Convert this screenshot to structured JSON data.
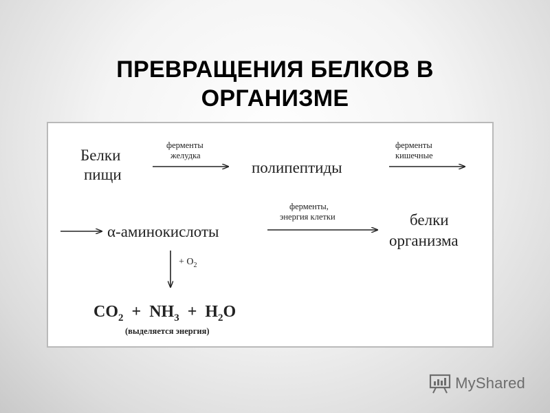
{
  "title": {
    "line1": "ПРЕВРАЩЕНИЯ БЕЛКОВ В",
    "line2": "ОРГАНИЗМЕ"
  },
  "diagram": {
    "food_proteins": [
      "Белки",
      "пищи"
    ],
    "arrow1_label": [
      "ферменты",
      "желудка"
    ],
    "polypeptides": "полипептиды",
    "arrow2_label": [
      "ферменты",
      "кишечные"
    ],
    "amino_acids": "α-аминокислоты",
    "arrow3_label": [
      "ферменты,",
      "энергия клетки"
    ],
    "body_proteins": [
      "белки",
      "организма"
    ],
    "oxygen_label": "+ O",
    "oxygen_sub": "2",
    "products": {
      "co2": "CO",
      "co2_sub": "2",
      "plus1": "+",
      "nh3": "NH",
      "nh3_sub": "3",
      "plus2": "+",
      "h2o_h": "H",
      "h2o_sub": "2",
      "h2o_o": "O"
    },
    "energy_note": "(выделяется энергия)"
  },
  "watermark": {
    "text": "MyShared",
    "icon": "presentation-board-icon"
  },
  "colors": {
    "box_border": "#b9b9b9",
    "logo": "#6d6d6d"
  }
}
